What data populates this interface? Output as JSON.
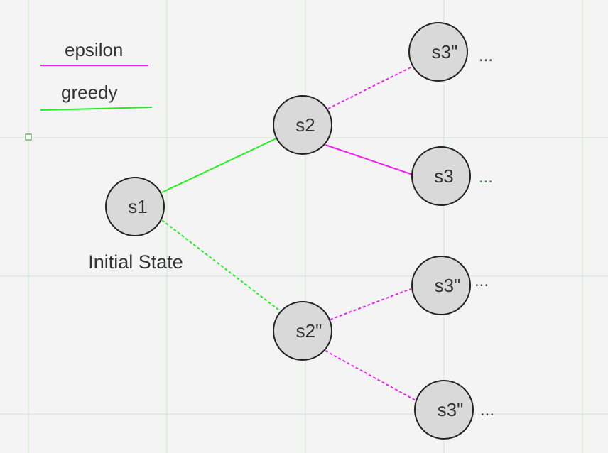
{
  "colors": {
    "background": "#f4f4f4",
    "grid": "#cfe3cf",
    "epsilon": "#ee22ee",
    "greedy": "#22ee22",
    "node_fill": "#d9d9d9",
    "node_stroke": "#222222",
    "text": "#333333"
  },
  "legend": {
    "epsilon_label": "epsilon",
    "greedy_label": "greedy"
  },
  "caption": "Initial State",
  "nodes": {
    "s1": "s1",
    "s2": "s2",
    "s2_alt": "s2\"",
    "s3_a": "s3\"",
    "s3_b": "s3",
    "s3_c": "s3\"",
    "s3_d": "s3\""
  },
  "ellipsis": {
    "a": "...",
    "b": "...",
    "c": "...",
    "d": "..."
  },
  "edges": [
    {
      "from": "s1",
      "to": "s2",
      "policy": "greedy",
      "style": "solid"
    },
    {
      "from": "s1",
      "to": "s2\"",
      "policy": "greedy",
      "style": "dashed"
    },
    {
      "from": "s2",
      "to": "s3\"",
      "policy": "epsilon",
      "style": "dashed"
    },
    {
      "from": "s2",
      "to": "s3",
      "policy": "epsilon",
      "style": "solid"
    },
    {
      "from": "s2\"",
      "to": "s3\"",
      "policy": "epsilon",
      "style": "dashed"
    },
    {
      "from": "s2\"",
      "to": "s3\"",
      "policy": "epsilon",
      "style": "dashed"
    }
  ]
}
